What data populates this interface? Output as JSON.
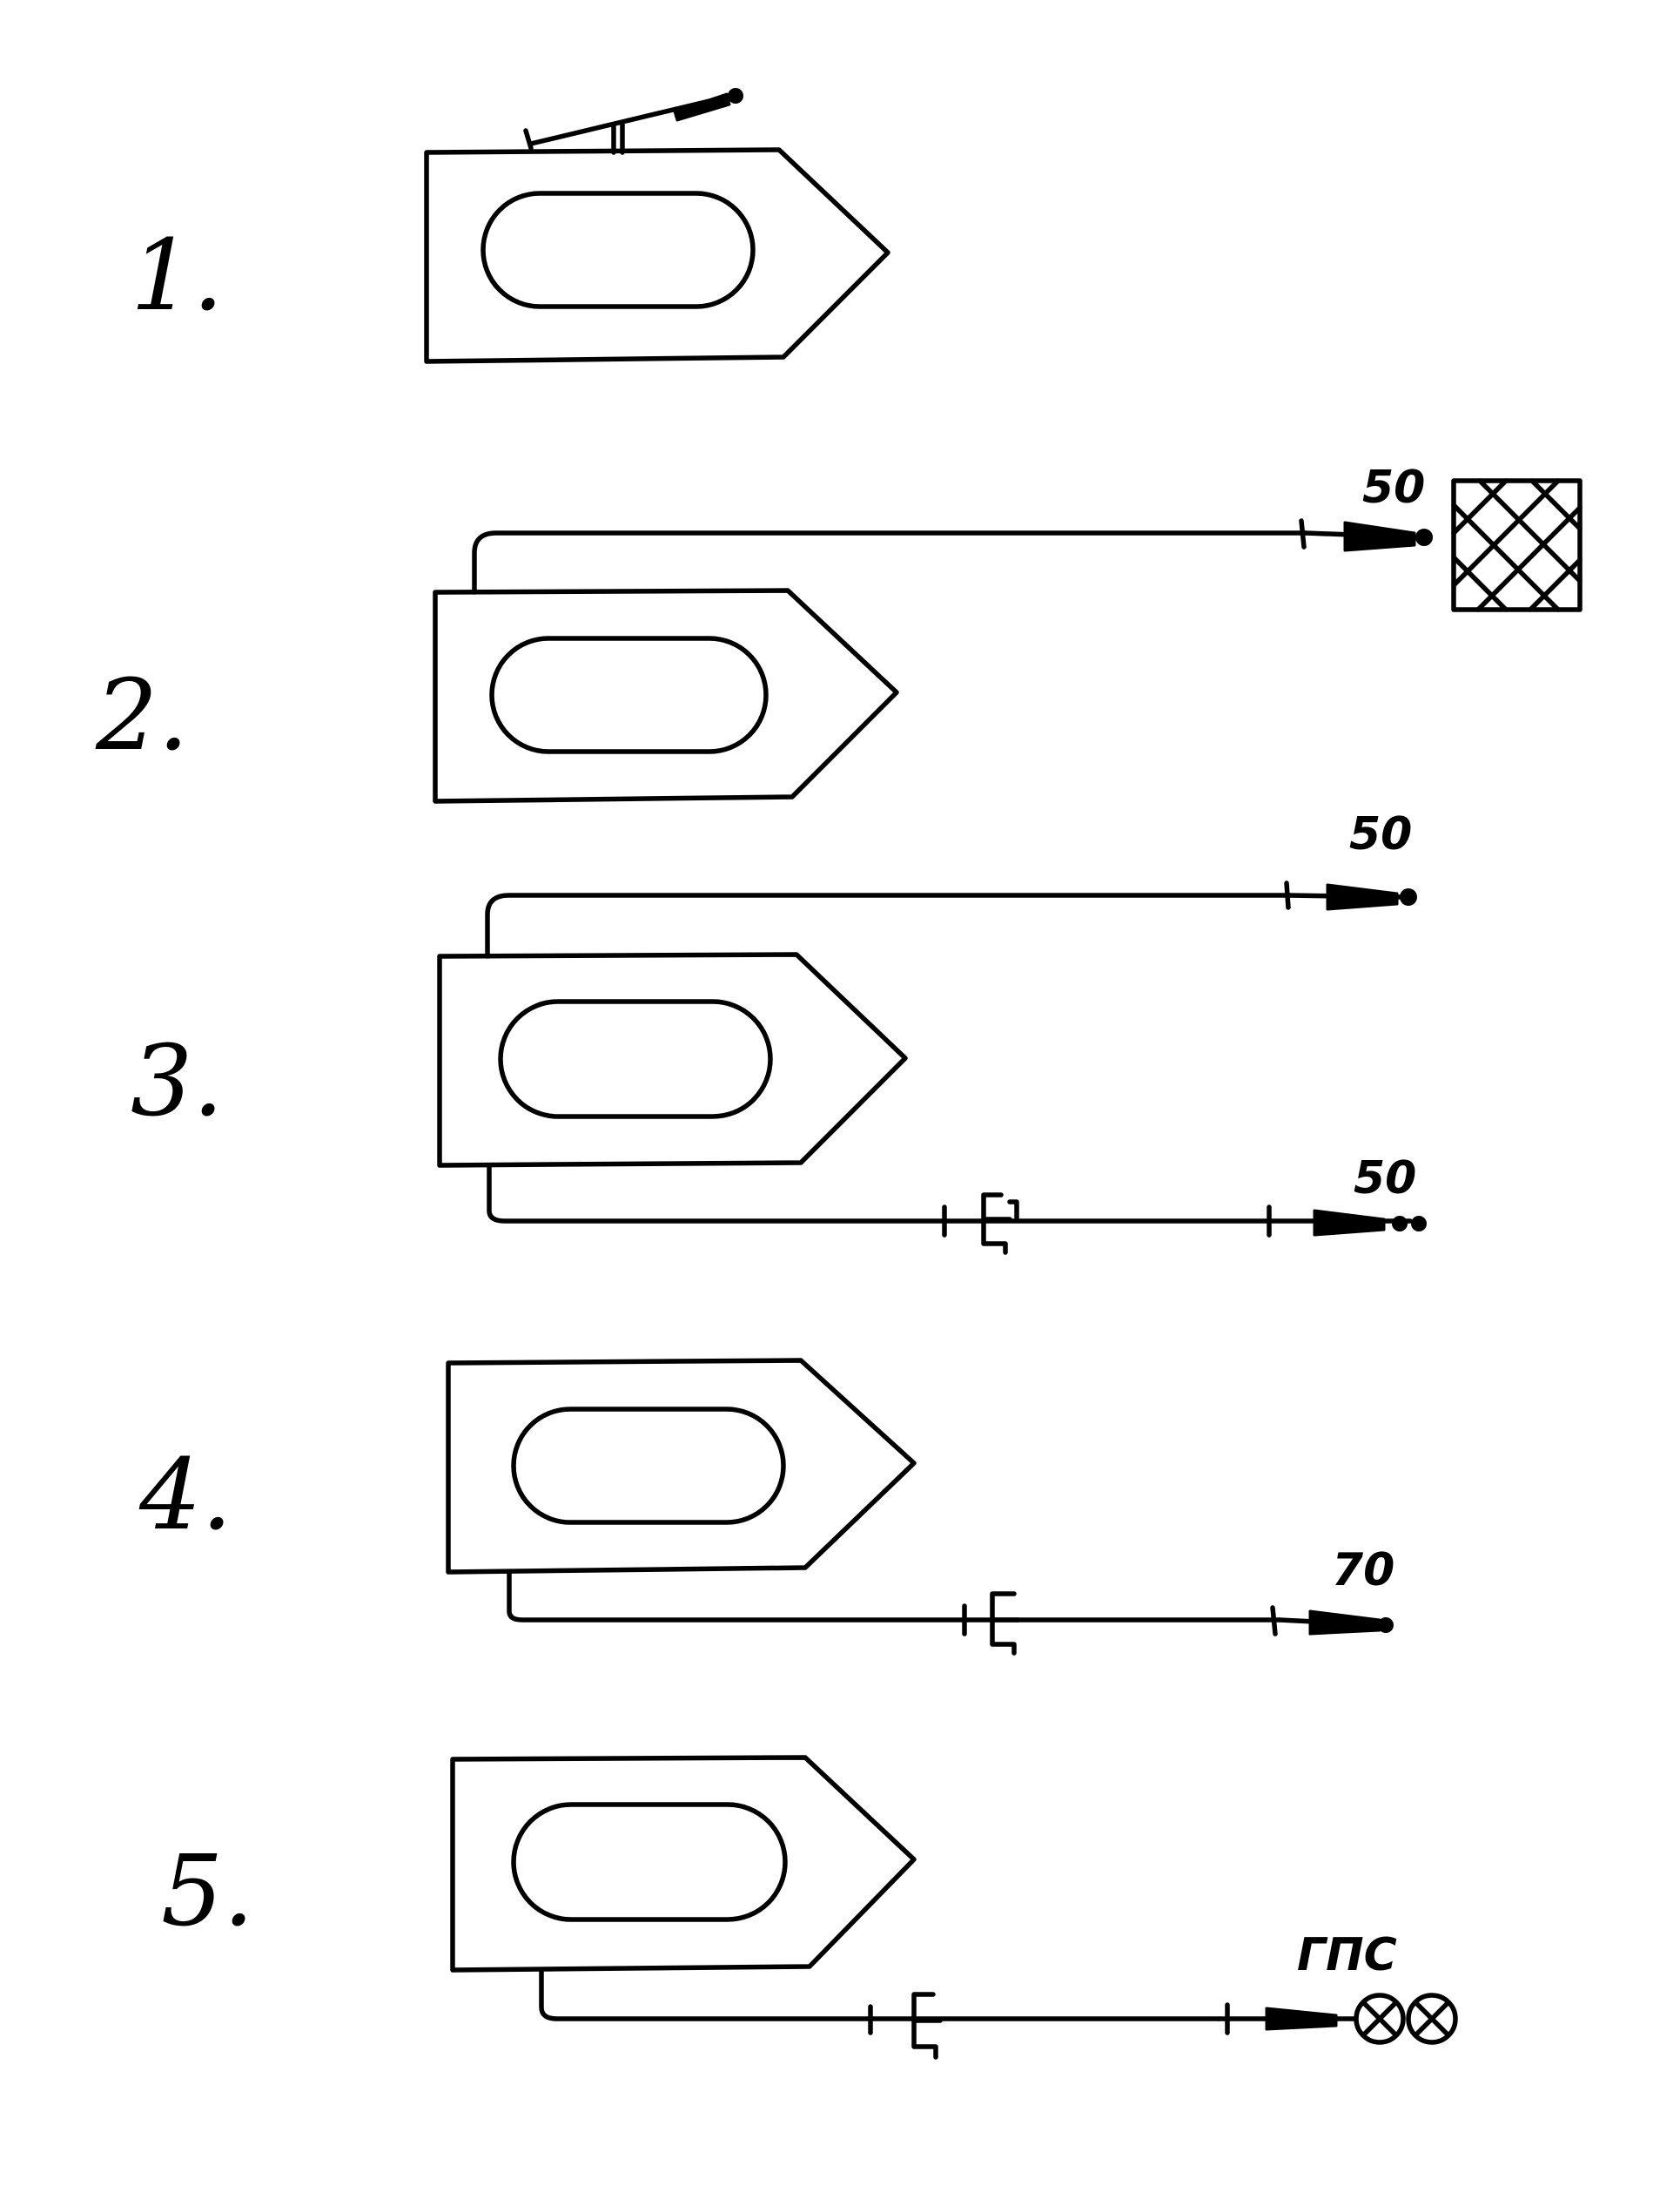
{
  "rows": [
    {
      "number": "1.",
      "hose_label": ""
    },
    {
      "number": "2.",
      "hose_label": "50"
    },
    {
      "number": "3.",
      "hose_label_top": "50",
      "hose_label_bottom": "50"
    },
    {
      "number": "4.",
      "hose_label": "70"
    },
    {
      "number": "5.",
      "hose_label": "ГПС"
    }
  ],
  "icons": {
    "row1": "roof-monitor-icon",
    "row2": "crosshatched-target-icon",
    "branching": "branching-fitting-icon",
    "foam": "foam-generator-icon"
  }
}
